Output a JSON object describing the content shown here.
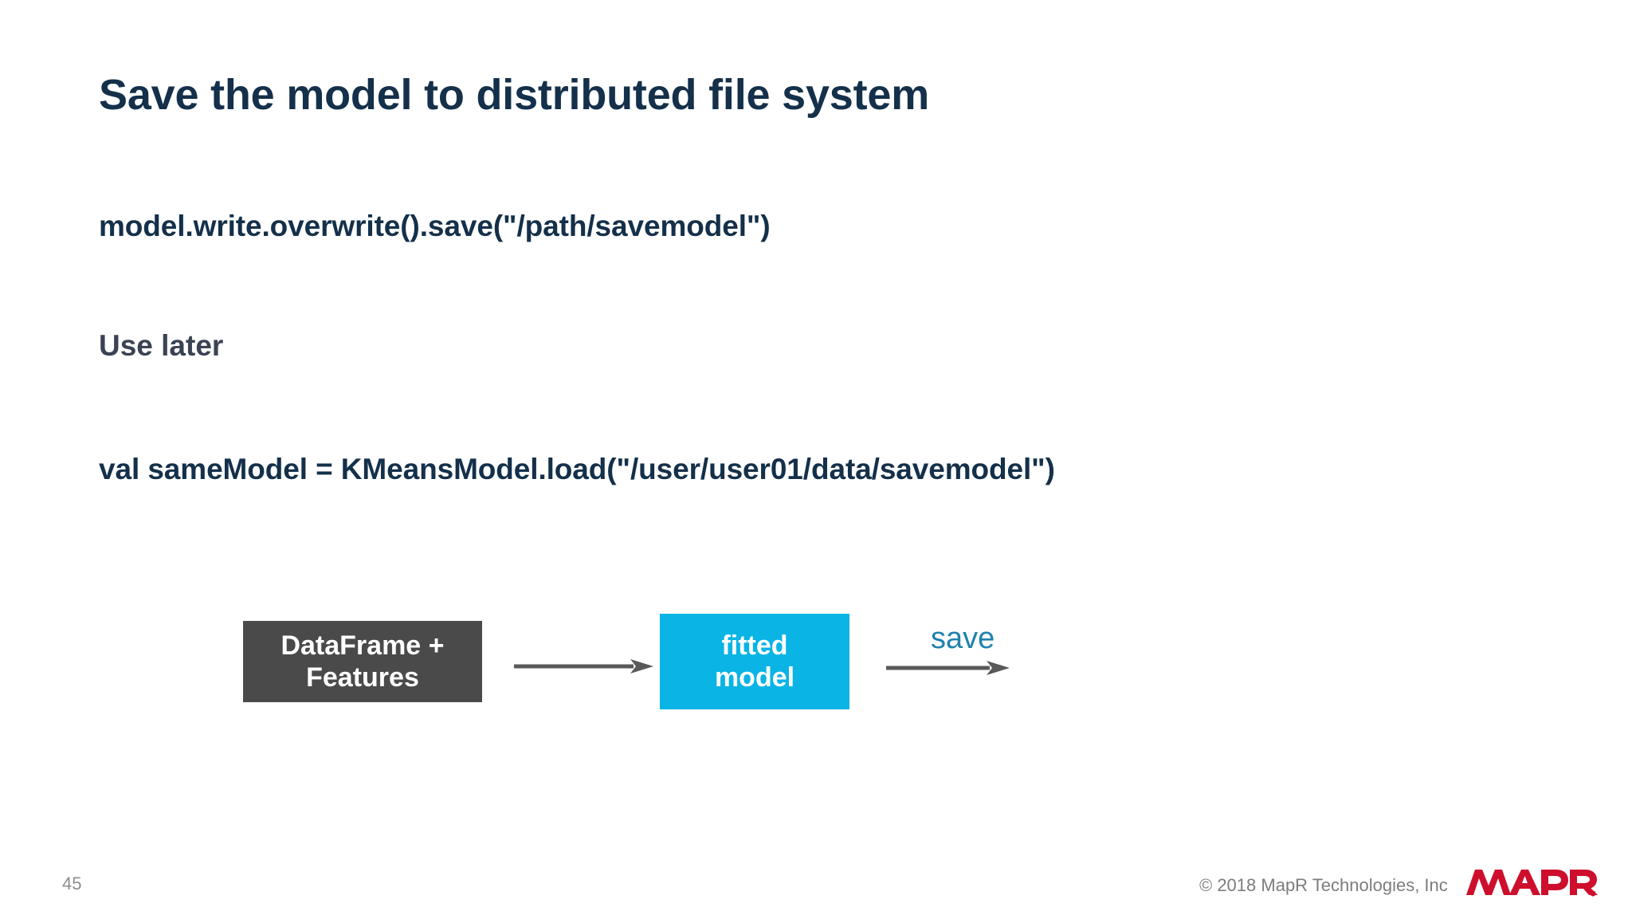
{
  "slide": {
    "title": "Save the model to distributed file system",
    "body": {
      "code_save": "model.write.overwrite().save(\"/path/savemodel\")",
      "use_later": "Use later",
      "code_load": "val sameModel = KMeansModel.load(\"/user/user01/data/savemodel\")"
    },
    "diagram": {
      "node_dataframe": "DataFrame +\nFeatures",
      "node_dataframe_line1": "DataFrame +",
      "node_dataframe_line2": "Features",
      "node_fitted_line1": "fitted",
      "node_fitted_line2": "model",
      "arrow_save_label": "save",
      "colors": {
        "dataframe_box": "#4a4a4a",
        "fitted_box": "#0ab4e5",
        "arrow": "#595959",
        "save_label": "#1f82ad"
      }
    },
    "footer": {
      "page_number": "45",
      "copyright": "© 2018 MapR Technologies, Inc",
      "logo_text": "MAPR.",
      "logo_color": "#ce0e2d"
    },
    "theme": {
      "background": "#ffffff",
      "title_color": "#14304a",
      "code_color": "#14304a",
      "text_color": "#3a4354"
    }
  }
}
